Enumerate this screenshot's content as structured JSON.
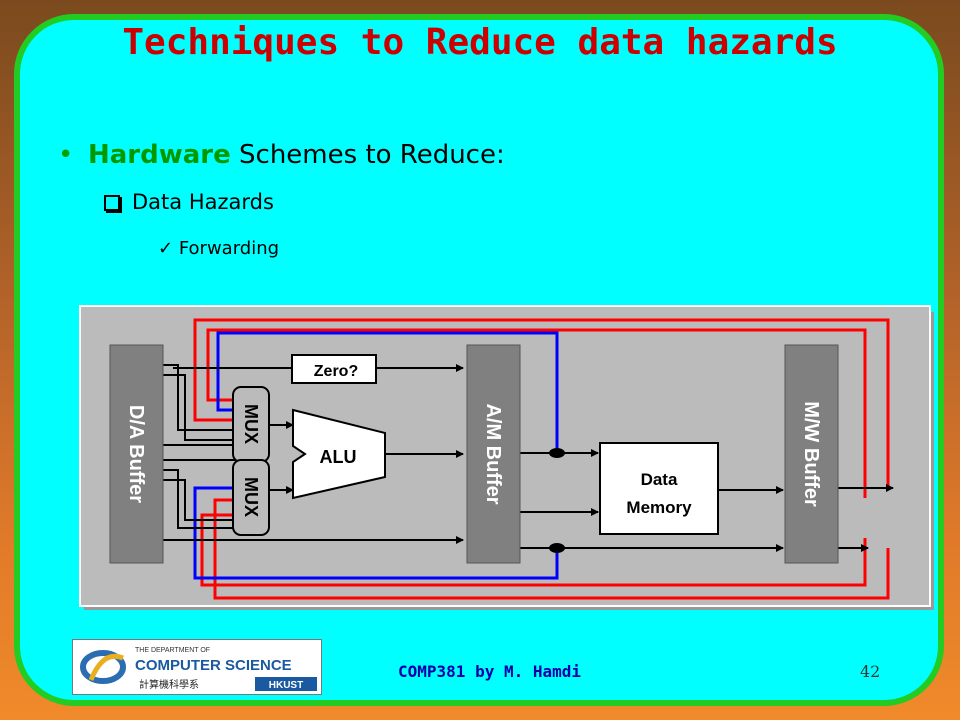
{
  "title": "Techniques to Reduce data hazards",
  "bullet1": {
    "highlight": "Hardware",
    "rest": " Schemes to Reduce:"
  },
  "bullet2": "Data Hazards",
  "bullet3": "Forwarding",
  "diagram": {
    "da_buffer": "D/A Buffer",
    "am_buffer": "A/M Buffer",
    "mw_buffer": "M/W Buffer",
    "mux_top": "MUX",
    "mux_bottom": "MUX",
    "alu": "ALU",
    "zero": "Zero?",
    "data_memory_line1": "Data",
    "data_memory_line2": "Memory"
  },
  "logo": {
    "line1": "THE DEPARTMENT OF",
    "line2": "COMPUTER SCIENCE",
    "chinese": "計算機科學系",
    "school": "HKUST"
  },
  "footer": "COMP381 by M. Hamdi",
  "page_number": "42",
  "colors": {
    "title": "#cc0000",
    "highlight": "#009900",
    "forward_red": "#ff0000",
    "forward_blue": "#0000ff",
    "background": "#00ffff",
    "border": "#22cc22"
  }
}
